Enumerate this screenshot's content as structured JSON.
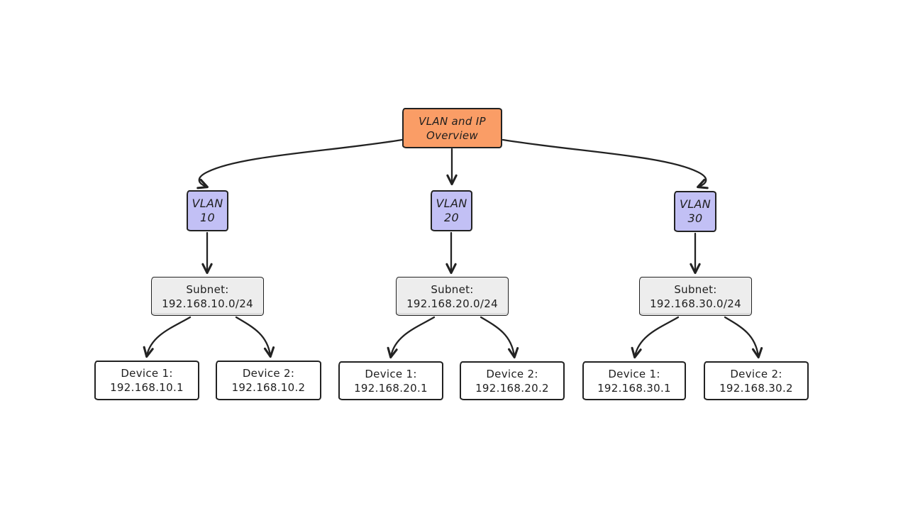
{
  "nodes": {
    "overview": {
      "line1": "VLAN and IP",
      "line2": "Overview"
    },
    "vlans": [
      {
        "line1": "VLAN",
        "line2": "10"
      },
      {
        "line1": "VLAN",
        "line2": "20"
      },
      {
        "line1": "VLAN",
        "line2": "30"
      }
    ],
    "subnets": [
      {
        "line1": "Subnet:",
        "line2": "192.168.10.0/24"
      },
      {
        "line1": "Subnet:",
        "line2": "192.168.20.0/24"
      },
      {
        "line1": "Subnet:",
        "line2": "192.168.30.0/24"
      }
    ],
    "devices": [
      {
        "line1": "Device 1:",
        "line2": "192.168.10.1"
      },
      {
        "line1": "Device 2:",
        "line2": "192.168.10.2"
      },
      {
        "line1": "Device 1:",
        "line2": "192.168.20.1"
      },
      {
        "line1": "Device 2:",
        "line2": "192.168.20.2"
      },
      {
        "line1": "Device 1:",
        "line2": "192.168.30.1"
      },
      {
        "line1": "Device 2:",
        "line2": "192.168.30.2"
      }
    ]
  },
  "colors": {
    "canvas_bg": "#ffffff",
    "overview_fill": "#fa9d66",
    "vlan_fill": "#c2c0f5",
    "subnet_fill": "#ededed",
    "device_fill": "#ffffff",
    "stroke": "#222222",
    "text": "#1e1e1e"
  }
}
